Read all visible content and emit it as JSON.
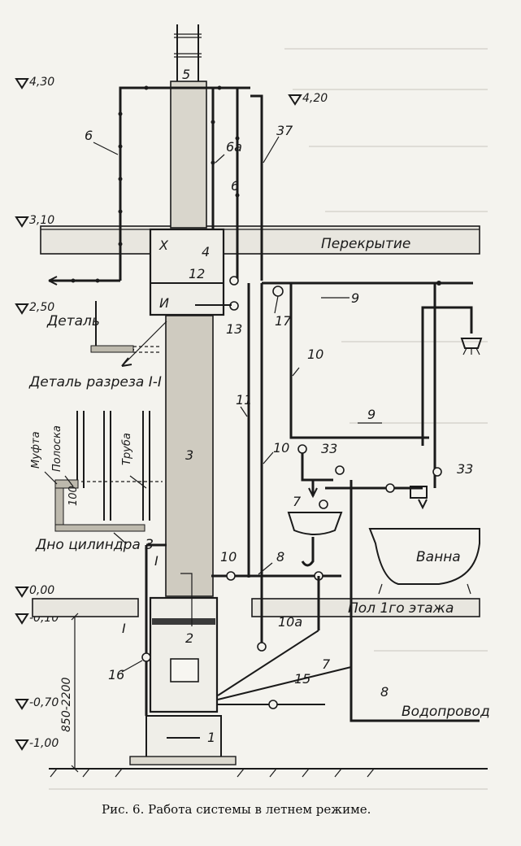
{
  "caption": "Рис. 6. Работа системы в летнем режиме.",
  "levels": [
    "4,30",
    "4,20",
    "3,10",
    "2,50",
    "0,00",
    "-0,10",
    "-0,70",
    "-1,00"
  ],
  "labels": {
    "floor_slab": "Перекрытие",
    "floor_first": "Пол 1го этажа",
    "bath": "Ванна",
    "water_supply": "Водопровод",
    "detail": "Деталь",
    "section_detail": "Деталь разреза I-I",
    "cylinder_bottom": "Дно цилиндра 3",
    "coupling": "Муфта",
    "strip": "Полоска",
    "tube": "Труба",
    "detail_100": "100",
    "dim_range": "850-2200",
    "cold_x": "X",
    "hot_i": "И"
  },
  "numbers": [
    "1",
    "2",
    "3",
    "4",
    "5",
    "6",
    "6а",
    "6",
    "7",
    "7",
    "8",
    "8",
    "9",
    "9",
    "10",
    "10",
    "10",
    "10а",
    "11",
    "12",
    "13",
    "15",
    "16",
    "17",
    "33",
    "33",
    "37",
    "I",
    "I"
  ]
}
